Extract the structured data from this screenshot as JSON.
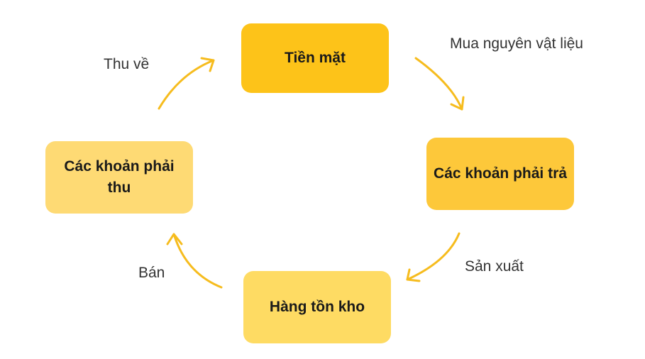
{
  "nodes": {
    "cash": "Tiền mặt",
    "payables": "Các khoản phải trả",
    "inventory": "Hàng tồn kho",
    "receivables": "Các khoản phải thu"
  },
  "edges": {
    "buy": "Mua nguyên vật liệu",
    "produce": "Sản xuất",
    "sell": "Bán",
    "collect": "Thu về"
  },
  "colors": {
    "cash": "#FDC319",
    "payables": "#FDC83A",
    "inventory": "#FEDB63",
    "receivables": "#FEDA74",
    "arrow": "#F6BC1E"
  }
}
